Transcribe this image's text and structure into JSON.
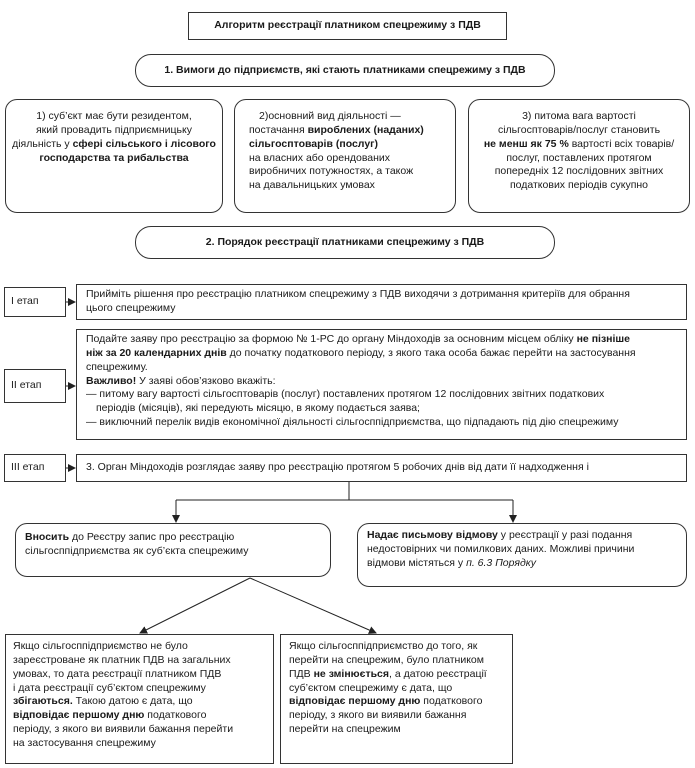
{
  "title": "Алгоритм реєстрації платником спецрежиму з ПДВ",
  "section1": "1. Вимоги до підприємств, які стають платниками спецрежиму з ПДВ",
  "req1": {
    "l1": "1) суб’єкт має бути резидентом,",
    "l2": "який провадить підприємницьку",
    "l3a": "діяльність у ",
    "l3b": "сфері сільського і лісового",
    "l4": "господарства та рибальства"
  },
  "req2": {
    "l1": "2)основний вид діяльності —",
    "l2a": "постачання ",
    "l2b": "вироблених (наданих)",
    "l3": "сільгосптоварів (послуг)",
    "l4": "на власних або орендованих",
    "l5": "виробничих потужностях, а також",
    "l6": "на давальницьких умовах"
  },
  "req3": {
    "l1": "3) питома вага вартості",
    "l2": "сільгосптоварів/послуг становить",
    "l3a": "не менш ",
    "l3b": "як 75 %",
    "l3c": " вартості всіх товарів/",
    "l4": "послуг, поставлених протягом",
    "l5": "попередніх 12 послідовних звітних",
    "l6": "податкових періодів сукупно"
  },
  "section2": "2. Порядок реєстрації платниками спецрежиму з ПДВ",
  "stage1": {
    "label": "І етап",
    "l1": "Прийміть рішення про реєстрацію платником спецрежиму з ПДВ виходячи з дотримання критеріїв для обрання",
    "l2": "цього спецрежиму"
  },
  "stage2": {
    "label": "ІІ етап",
    "l1a": "Подайте заяву про реєстрацію за формою № 1-РС до органу Міндоходів за основним місцем обліку ",
    "l1b": "не пізніше",
    "l2a": "ніж за 20 календарних днів",
    "l2b": " до початку податкового періоду, з якого така особа бажає перейти на застосування",
    "l3": "спецрежиму.",
    "l4a": "Важливо!",
    "l4b": " У заяві обов’язково вкажіть:",
    "l5": "— питому вагу вартості сільгосптоварів (послуг) поставлених протягом 12 послідовних звітних податкових",
    "l6": "періодів (місяців), які передують місяцю, в якому подається заява;",
    "l7": "— виключний перелік видів економічної діяльності сільгосппідприємства, що підпадають під дію спецрежиму"
  },
  "stage3": {
    "label": "ІІІ етап",
    "text": "3. Орган Міндоходів розглядає заяву про реєстрацію протягом 5 робочих днів від дати її надходження і"
  },
  "outcomeLeft": {
    "l1a": "Вносить",
    "l1b": " до Реєстру запис про реєстрацію",
    "l2": "сільгосппідприємства як суб’єкта спецрежиму"
  },
  "outcomeRight": {
    "l1a": "Надає письмову ",
    "l1b": "відмову",
    "l1c": " у реєстрації у разі подання",
    "l2": "недостовірних чи помилкових даних. Можливі причини",
    "l3a": "відмови містяться у ",
    "l3b": "п. 6.3 Порядку"
  },
  "caseLeft": {
    "l1": "Якщо сільгосппідприємство не було",
    "l2": "зареєстроване як платник ПДВ на загальних",
    "l3": "умовах, то дата реєстрації платником ПДВ",
    "l4": "і дата реєстрації суб’єктом спецрежиму",
    "l5": "збігаються.",
    "l5b": " Такою датою є дата, що",
    "l6a": "відповідає ",
    "l6b": "першому дню",
    "l6c": " податкового",
    "l7": "періоду, з якого ви виявили бажання перейти",
    "l8": "на застосування спецрежиму"
  },
  "caseRight": {
    "l1": "Якщо сільгосппідприємство до того, як",
    "l2": "перейти на спецрежим, було платником",
    "l3a": "ПДВ ",
    "l3b": "не змінюється",
    "l3c": ", а датою реєстрації",
    "l4": "суб’єктом спецрежиму є дата, що",
    "l5a": "відповідає ",
    "l5b": "першому дню",
    "l5c": " податкового",
    "l6": "періоду, з якого ви виявили бажання",
    "l7": "перейти на спецрежим"
  }
}
